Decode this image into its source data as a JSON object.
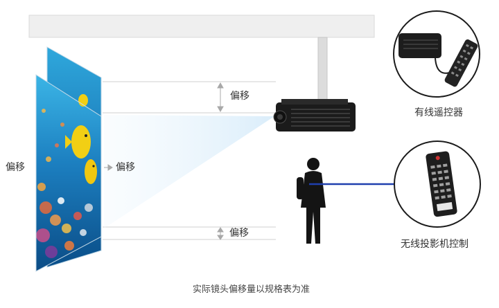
{
  "labels": {
    "offset_top": "偏移",
    "offset_left": "偏移",
    "offset_right": "偏移",
    "offset_bottom": "偏移",
    "wired_remote": "有线遥控器",
    "wireless_control": "无线投影机控制",
    "footer_note": "实际镜头偏移量以规格表为准"
  },
  "colors": {
    "ceiling": "#efefef",
    "mount_pole": "#d6d6d6",
    "guide_line": "#cfcfcf",
    "projector": "#1b1b1b",
    "beam": "#d8ecfa",
    "wireless_line": "#1f3fae",
    "circle_border": "#1b1b1b",
    "water_deep": "#0a4f8a",
    "water_light": "#2fa8dc",
    "fish": "#f2cf14"
  },
  "icons": [
    "double-arrow-icon",
    "right-arrow-icon",
    "cable-icon",
    "person-silhouette-icon"
  ]
}
